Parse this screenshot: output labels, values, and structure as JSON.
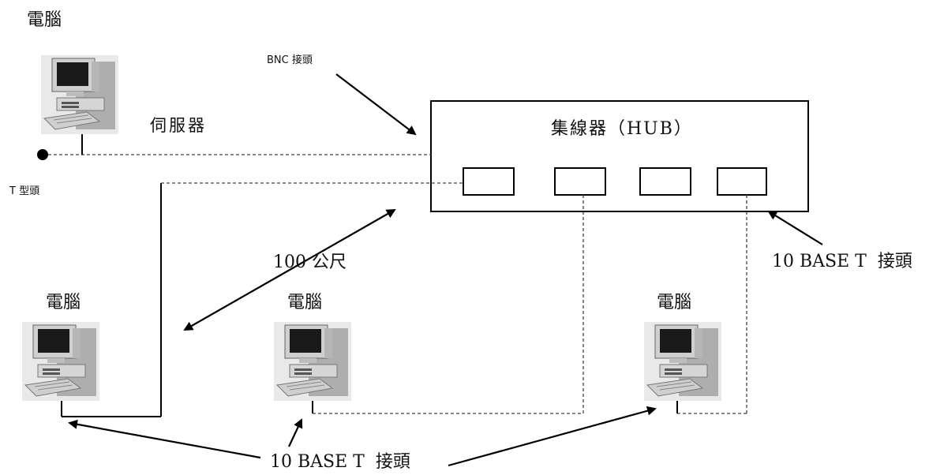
{
  "labels": {
    "pc_top": "電腦",
    "server": "伺服器",
    "t_connector": "T 型頭",
    "bnc_connector": "BNC 接頭",
    "hub": "集線器（HUB）",
    "distance": "100 公尺",
    "pc_left": "電腦",
    "pc_middle": "電腦",
    "pc_right": "電腦",
    "tenbase_right": "10 BASE T  接頭",
    "tenbase_bottom": "10 BASE T  接頭"
  },
  "colors": {
    "line": "#000000",
    "cable": "#444444",
    "monitor_body": "#cfcfcf",
    "screen": "#1a1a1a",
    "shadow": "#9a9a9a"
  },
  "icons": [
    "computer-icon",
    "t-connector-dot",
    "hub-port"
  ]
}
